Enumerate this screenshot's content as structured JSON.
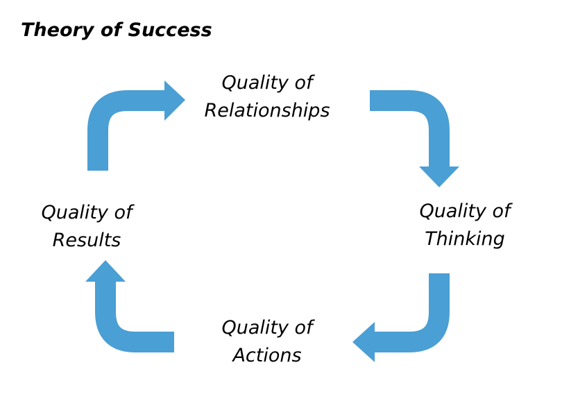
{
  "title": "Theory of Success",
  "nodes": {
    "relationships": [
      "Quality of",
      "Relationships"
    ],
    "thinking": [
      "Quality of",
      "Thinking"
    ],
    "actions": [
      "Quality of",
      "Actions"
    ],
    "results": [
      "Quality of",
      "Results"
    ]
  },
  "arrow_color": "#4a9fd4"
}
